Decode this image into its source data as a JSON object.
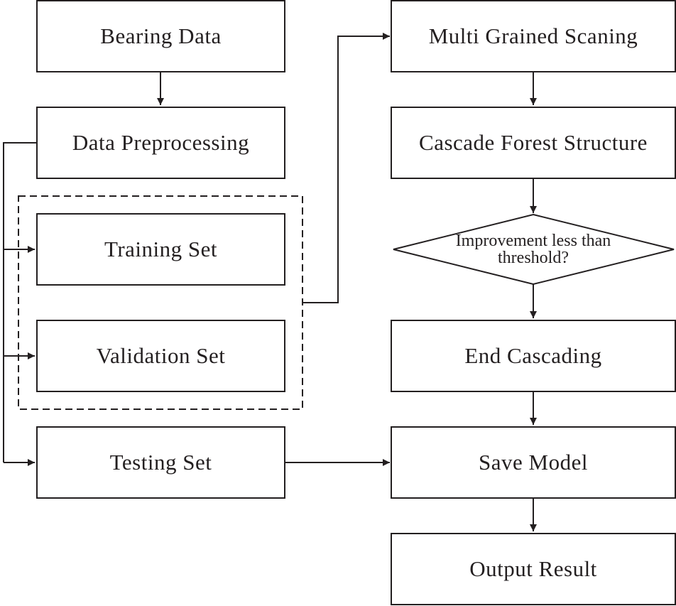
{
  "nodes": {
    "bearing_data": "Bearing Data",
    "data_preprocessing": "Data Preprocessing",
    "training_set": "Training Set",
    "validation_set": "Validation Set",
    "testing_set": "Testing Set",
    "multi_grained_scanning": "Multi Grained Scaning",
    "cascade_forest_structure": "Cascade Forest Structure",
    "decision": {
      "line1": "Improvement less than",
      "line2": "threshold?"
    },
    "end_cascading": "End Cascading",
    "save_model": "Save Model",
    "output_result": "Output Result"
  },
  "colors": {
    "stroke": "#231f20",
    "background": "#ffffff"
  }
}
